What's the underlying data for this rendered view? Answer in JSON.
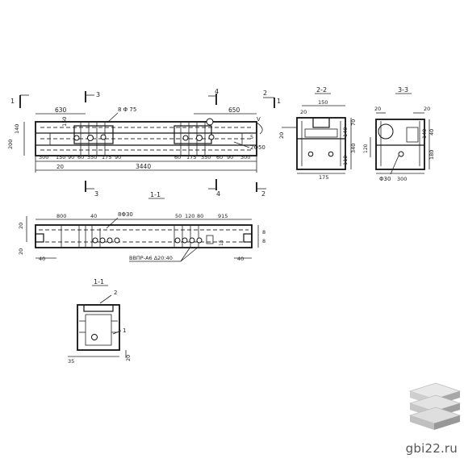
{
  "brand": {
    "site": "gbi22.ru"
  },
  "colors": {
    "ink": "#222222",
    "logo_light": "#e5e5e5",
    "logo_dark": "#9a9a9a"
  },
  "plan": {
    "section_marks": {
      "m1": "1",
      "m2": "2",
      "m3": "3",
      "m4": "4"
    },
    "dims": {
      "d630": "630",
      "d650": "650",
      "d3440": "3440",
      "d20": "20",
      "rebar_top": "8 Φ 75",
      "d2phi50": "2Φ50",
      "h200": "200",
      "h140": "140",
      "h150": "150",
      "d5": "5",
      "v": "V",
      "row": [
        "300",
        "150",
        "90",
        "60",
        "350",
        "175",
        "90",
        "60",
        "175",
        "350",
        "60",
        "90",
        "300"
      ]
    }
  },
  "section22": {
    "title": "2-2",
    "dims": {
      "w150": "150",
      "w20": "20",
      "h70": "70",
      "h140": "140",
      "h340": "340",
      "h110": "110",
      "h20": "20",
      "w175": "175"
    }
  },
  "section33": {
    "title": "3-3",
    "dims": {
      "w20a": "20",
      "w20b": "20",
      "h40": "40",
      "h140": "140",
      "h180": "180",
      "w300": "300",
      "phi30": "Φ30",
      "h120": "120"
    }
  },
  "elevation": {
    "title": "1-1",
    "dims": {
      "d800": "800",
      "d40": "40",
      "rebar": "8Φ30",
      "d50": "50",
      "d120": "120",
      "d80": "80",
      "d915": "915",
      "h20": "20",
      "h40": "40",
      "d40b": "40",
      "d8a": "8",
      "d8b": "8",
      "d15": "15",
      "h20b": "20"
    },
    "callout": "ВВПР-А6 Δ20:40"
  },
  "detail": {
    "title": "1-1",
    "marks": {
      "m2": "2",
      "m1": "1"
    },
    "dims": {
      "w35": "35",
      "h20": "20"
    }
  }
}
